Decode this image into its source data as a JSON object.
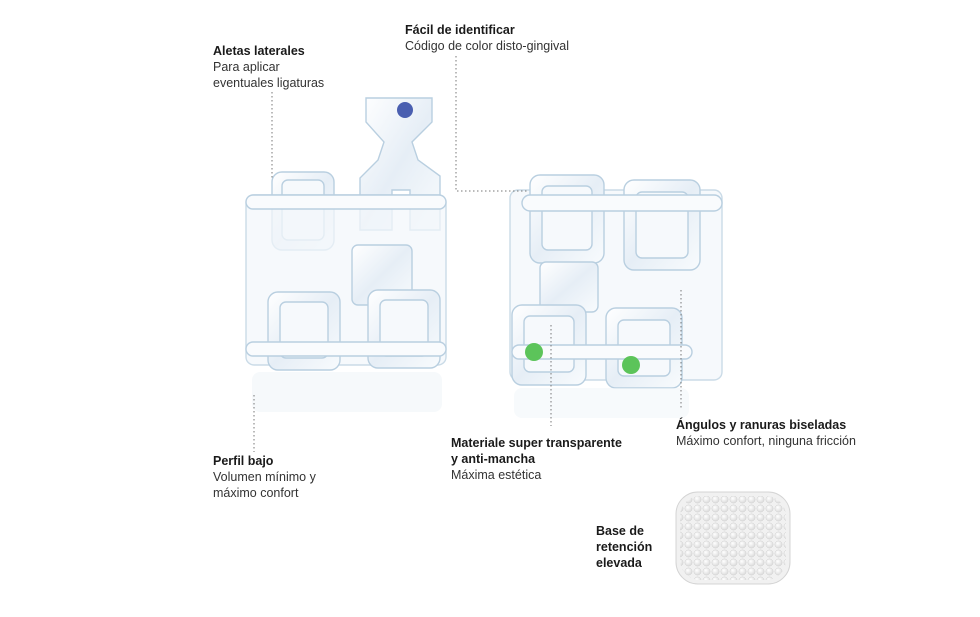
{
  "callouts": {
    "lateral_wings": {
      "title": "Aletas laterales",
      "line1": "Para aplicar",
      "line2": "eventuales ligaturas"
    },
    "identify": {
      "title": "Fácil de identificar",
      "line1": "Código de color disto-gingival"
    },
    "low_profile": {
      "title": "Perfil bajo",
      "line1": "Volumen mínimo y",
      "line2": "máximo confort"
    },
    "transparent": {
      "title1": "Materiale super transparente",
      "title2": "y anti-mancha",
      "line1": "Máxima estética"
    },
    "beveled": {
      "title": "Ángulos y ranuras biseladas",
      "line1": "Máximo confort, ninguna fricción"
    },
    "base": {
      "title1": "Base de",
      "title2": "retención",
      "title3": "elevada"
    }
  },
  "colors": {
    "blue_dot": "#4a5fb0",
    "green_dot": "#5cc45a",
    "crystal_edge": "#b9cfe0",
    "crystal_fill": "#eef4f9"
  }
}
